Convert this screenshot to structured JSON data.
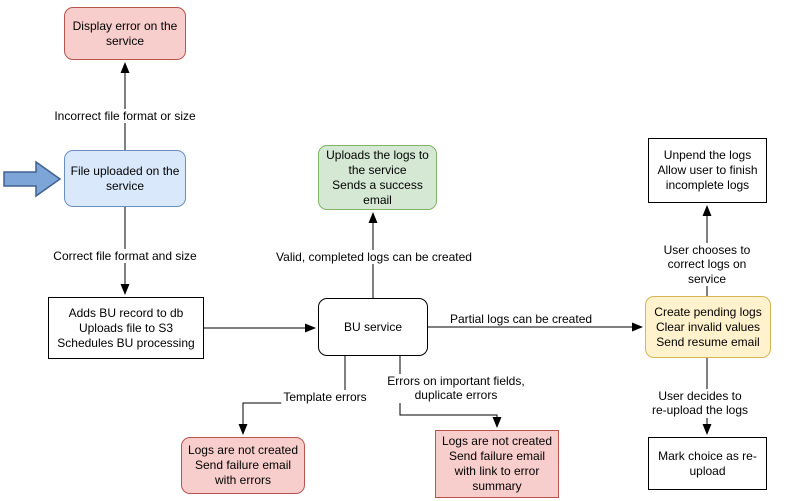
{
  "palette": {
    "pink_fill": "#f8cecc",
    "pink_stroke": "#b85450",
    "blue_fill": "#dae8fc",
    "blue_stroke": "#6c8ebf",
    "green_fill": "#d5e8d4",
    "green_stroke": "#82b366",
    "yellow_fill": "#fff2cc",
    "yellow_stroke": "#d6b656",
    "white_fill": "#ffffff",
    "line_color": "#000000",
    "input_arrow_fill": "#7da5d8",
    "input_arrow_stroke": "#41618f"
  },
  "nodes": {
    "display_error": {
      "text": "Display error on the service"
    },
    "file_uploaded": {
      "text": "File uploaded on the service"
    },
    "adds_bu": {
      "text": "Adds BU record to db\nUploads file to S3\nSchedules BU processing"
    },
    "bu_service": {
      "text": "BU service"
    },
    "success_email": {
      "text": "Uploads the logs to the service\nSends a success email"
    },
    "pending_logs": {
      "text": "Create pending logs\nClear invalid values\nSend resume email"
    },
    "unpend_logs": {
      "text": "Unpend the logs\nAllow user to finish incomplete logs"
    },
    "mark_reupload": {
      "text": "Mark choice as re-upload"
    },
    "fail_errors": {
      "text": "Logs are not created\nSend failure email with errors"
    },
    "fail_summary": {
      "text": "Logs are not created\nSend failure email with link to error summary"
    }
  },
  "edges": {
    "incorrect": {
      "label": "Incorrect file format or size"
    },
    "correct": {
      "label": "Correct file format and size"
    },
    "valid": {
      "label": "Valid, completed logs can be created"
    },
    "partial": {
      "label": "Partial logs can be created"
    },
    "user_correct": {
      "label": "User chooses to correct logs on service"
    },
    "user_reupload": {
      "label": "User decides to re-upload the logs"
    },
    "template": {
      "label": "Template errors"
    },
    "important_fields": {
      "label": "Errors on important fields,\nduplicate errors"
    }
  }
}
